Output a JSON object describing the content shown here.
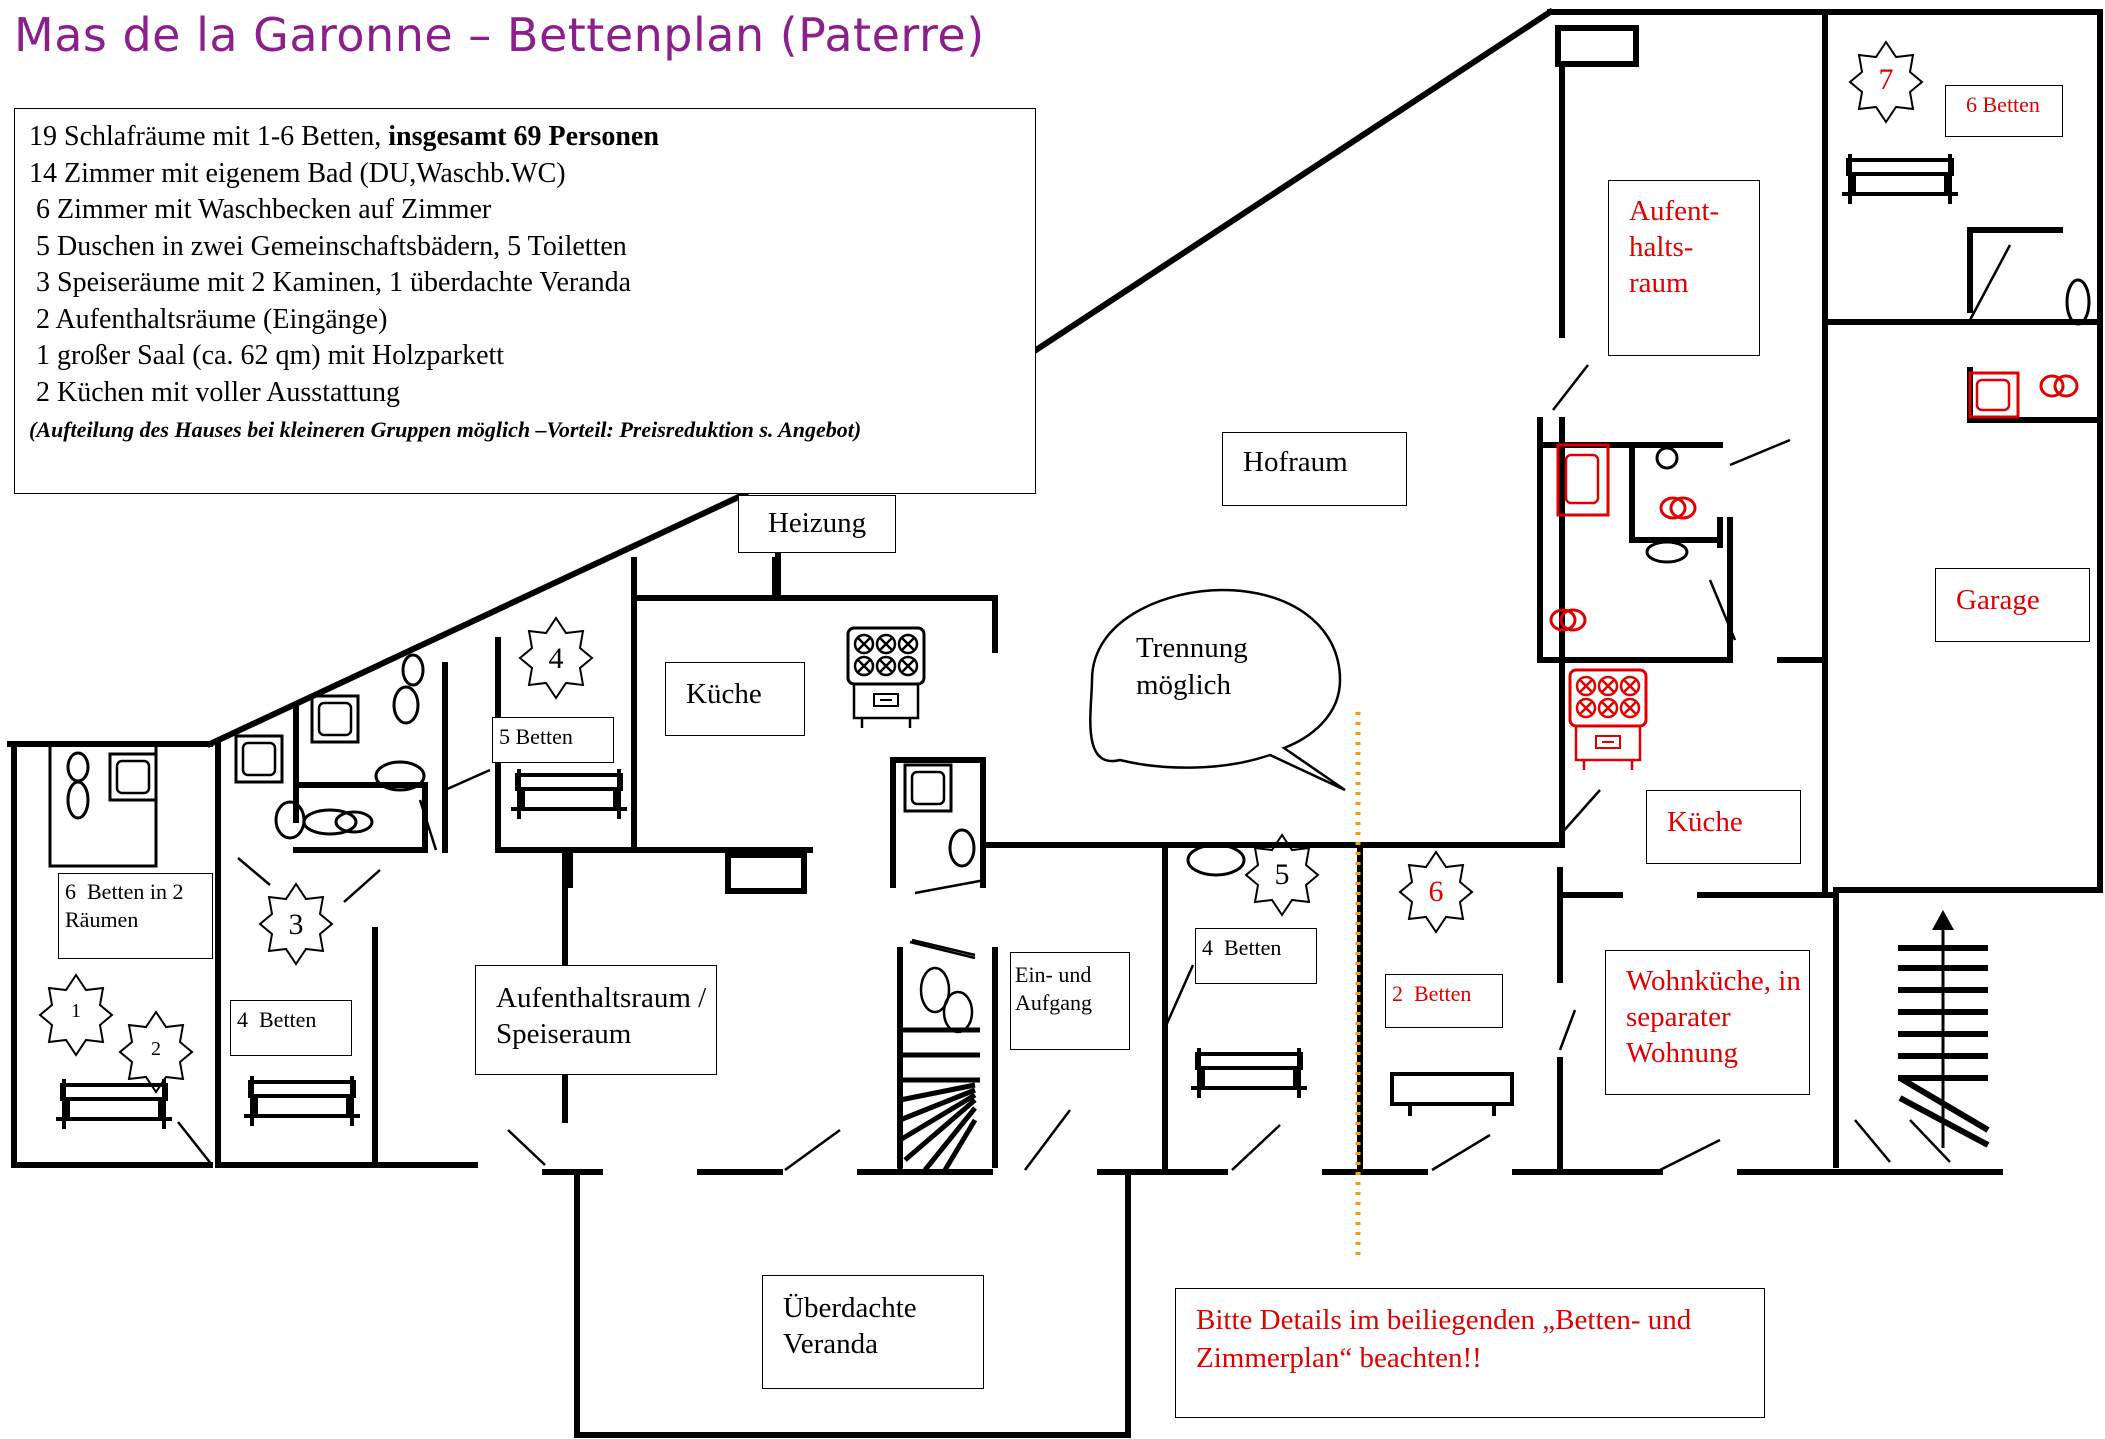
{
  "title": "Mas de la Garonne – Bettenplan (Paterre)",
  "legend": {
    "line1_prefix": "19 Schlafräume mit 1-6 Betten, ",
    "line1_bold": "insgesamt 69 Personen",
    "line2": "14 Zimmer mit eigenem Bad (DU,Waschb.WC)",
    "line3": " 6 Zimmer mit Waschbecken auf Zimmer",
    "line4": " 5 Duschen in zwei Gemeinschaftsbädern, 5 Toiletten",
    "line5": " 3 Speiseräume mit 2 Kaminen, 1 überdachte Veranda",
    "line6": " 2 Aufenthaltsräume (Eingänge)",
    "line7": " 1 großer Saal (ca. 62 qm) mit Holzparkett",
    "line8": " 2 Küchen mit voller Ausstattung",
    "note": "(Aufteilung des Hauses bei kleineren Gruppen möglich –Vorteil: Preisreduktion s. Angebot)"
  },
  "rooms": {
    "heizung": "Heizung",
    "hofraum": "Hofraum",
    "kueche_left": "Küche",
    "kueche_right": "Küche",
    "aufenthalt_right": [
      "Aufent-",
      "halts-",
      "raum"
    ],
    "garage": "Garage",
    "aufenthalt_speise": [
      "Aufenthaltsraum /",
      "Speiseraum"
    ],
    "eingang": [
      "Ein- und",
      "Aufgang"
    ],
    "veranda": [
      "Überdachte",
      "Veranda"
    ],
    "wohnkueche": [
      "Wohnküche, in",
      "separater",
      "Wohnung"
    ],
    "trennung": [
      "Trennung",
      "möglich"
    ]
  },
  "beds": {
    "r1_2": [
      "6  Betten in 2",
      "Räumen"
    ],
    "r3": "4  Betten",
    "r4": "5 Betten",
    "r5": "4  Betten",
    "r6": "2  Betten",
    "r7": "6 Betten"
  },
  "room_numbers": [
    "1",
    "2",
    "3",
    "4",
    "5",
    "6",
    "7"
  ],
  "notice": [
    "Bitte Details im beiliegenden „Betten- und",
    "Zimmerplan“ beachten!!"
  ],
  "colors": {
    "title": "#8b1f8b",
    "accent_red": "#e00000",
    "separation_line": "#ff9900",
    "walls": "#000000"
  }
}
